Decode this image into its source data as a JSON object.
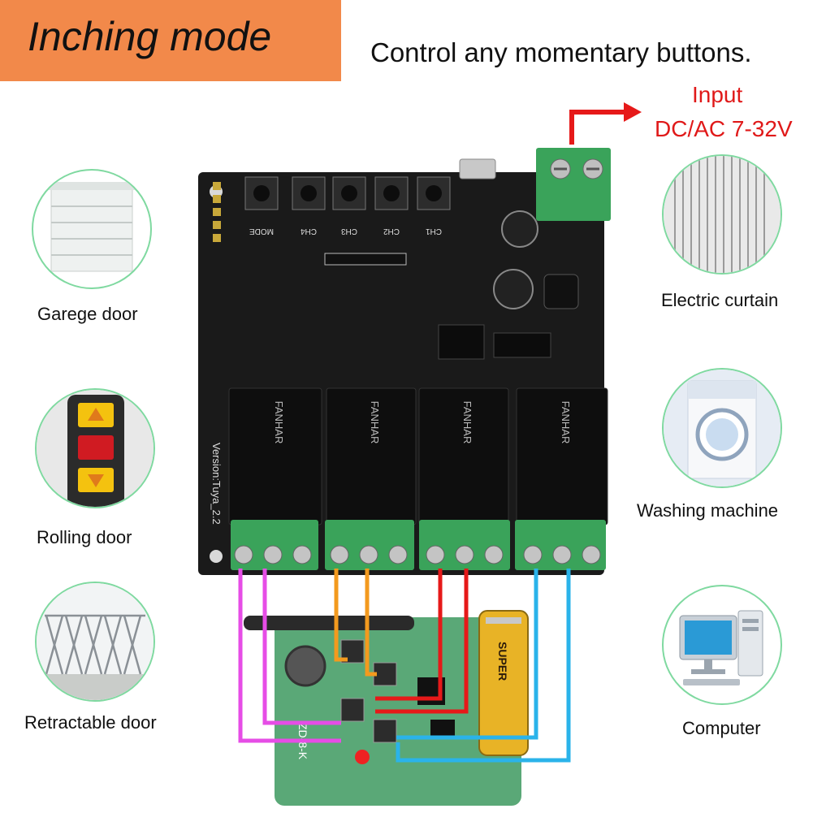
{
  "banner": {
    "title": "Inching mode"
  },
  "tagline": "Control any momentary buttons.",
  "power_input": {
    "label": "Input",
    "value": "DC/AC 7-32V"
  },
  "applications_left": [
    {
      "label": "Garege door",
      "icon": "garage-door-icon"
    },
    {
      "label": "Rolling door",
      "icon": "rolling-door-remote-icon"
    },
    {
      "label": "Retractable door",
      "icon": "retractable-gate-icon"
    }
  ],
  "applications_right": [
    {
      "label": "Electric curtain",
      "icon": "curtain-icon"
    },
    {
      "label": "Washing machine",
      "icon": "washing-machine-icon"
    },
    {
      "label": "Computer",
      "icon": "computer-icon"
    }
  ],
  "board": {
    "buttons": [
      "MODE",
      "CH4",
      "CH3",
      "CH2",
      "CH1"
    ],
    "version_text": "Version:Tuya_2.2",
    "relay_brand": "FANHAR"
  },
  "remote": {
    "battery_text": "SUPER",
    "pcb_text": "ZD-8-K"
  },
  "colors": {
    "banner": "#f2894a",
    "input_text": "#e01919",
    "board": "#1a1a1a",
    "terminal": "#3aa35a",
    "wire_magenta": "#e64de6",
    "wire_orange": "#f39a1e",
    "wire_red": "#e61919",
    "wire_blue": "#2ab3ea"
  }
}
